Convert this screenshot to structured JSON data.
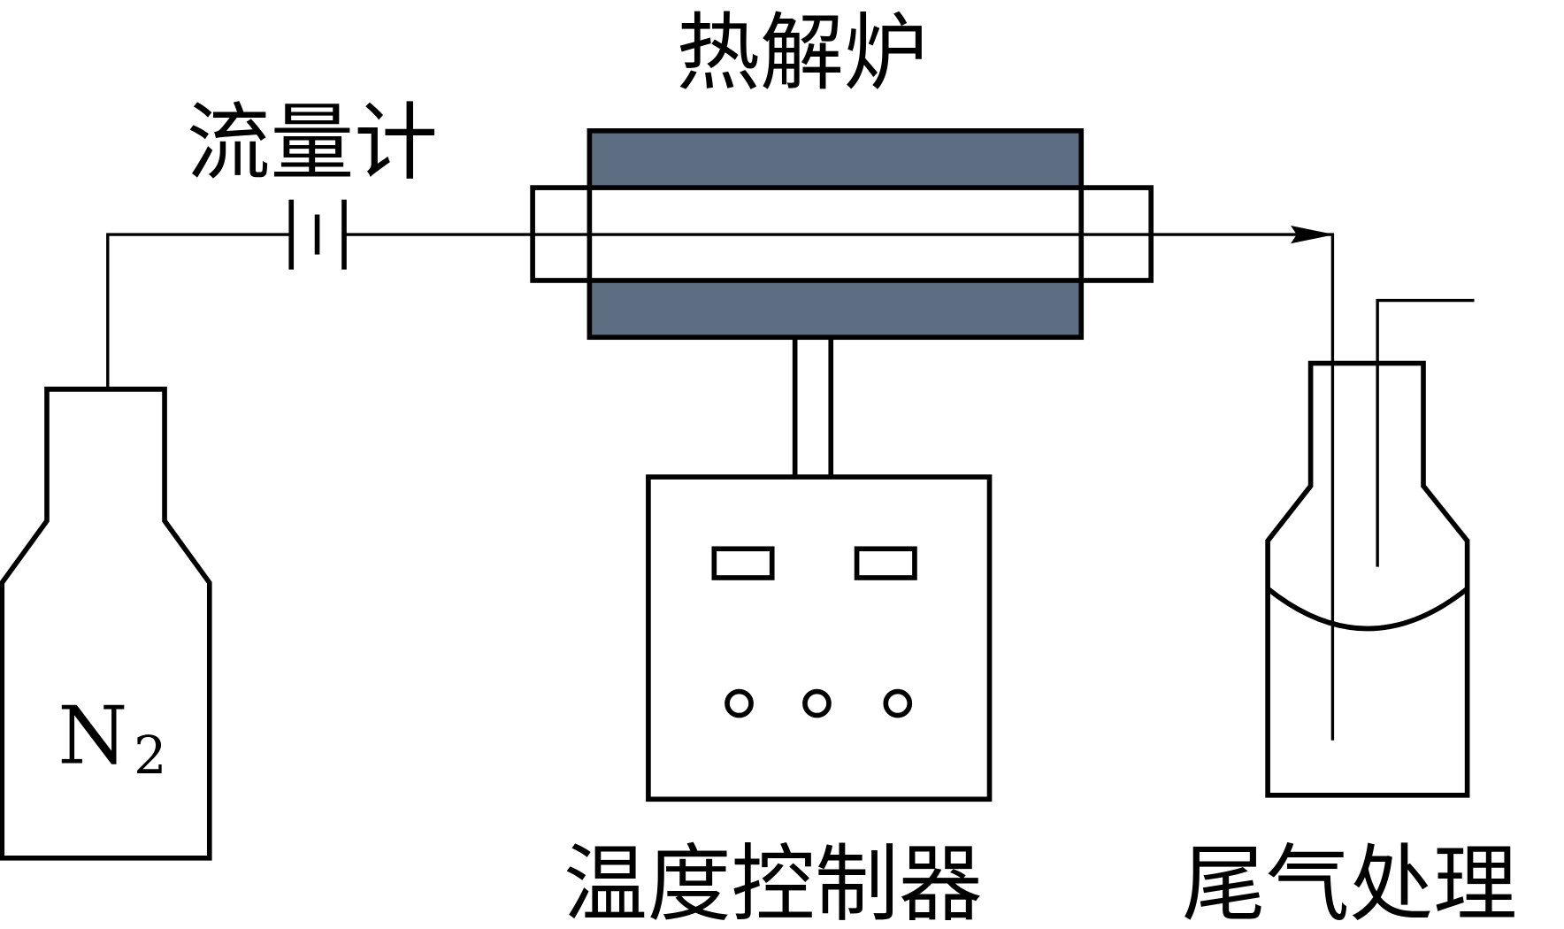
{
  "labels": {
    "flowmeter": "流量计",
    "furnace": "热解炉",
    "controller": "温度控制器",
    "exhaust": "尾气处理",
    "gas_symbol": "N",
    "gas_subscript": "2"
  },
  "colors": {
    "furnace_fill": "#5e6e82",
    "stroke": "#000000"
  }
}
